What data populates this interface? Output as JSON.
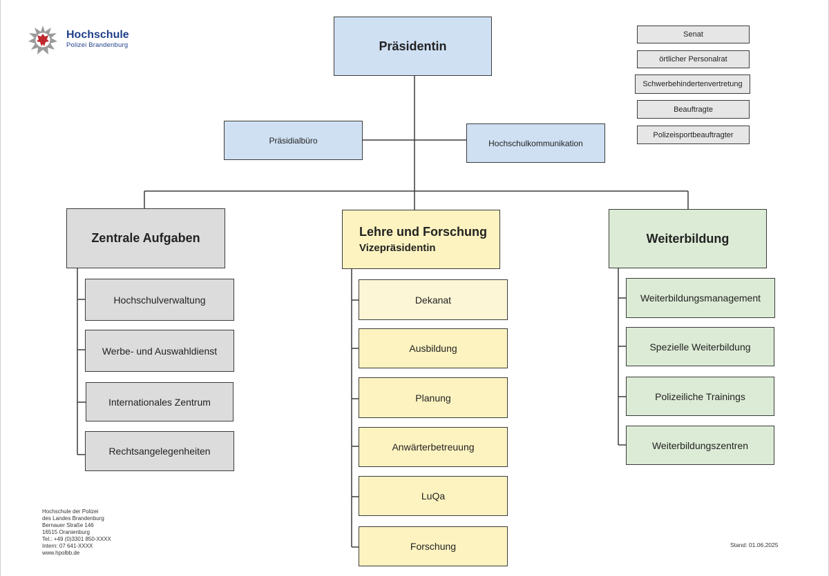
{
  "logo": {
    "name": "Hochschule",
    "subtitle": "Polizei Brandenburg",
    "icon": "police-star-eagle-icon"
  },
  "president": {
    "label": "Präsidentin"
  },
  "staff_units": [
    {
      "label": "Präsidialbüro"
    },
    {
      "label": "Hochschulkommunikation"
    }
  ],
  "side_bodies": [
    {
      "label": "Senat"
    },
    {
      "label": "örtlicher Personalrat"
    },
    {
      "label": "Schwerbehindertenvertretung"
    },
    {
      "label": "Beauftragte"
    },
    {
      "label": "Polizeisportbeauftragter"
    }
  ],
  "departments": [
    {
      "title": "Zentrale Aufgaben",
      "color": "#dcdcdc",
      "units": [
        "Hochschulverwaltung",
        "Werbe- und Auswahldienst",
        "Internationales Zentrum",
        "Rechtsangelegenheiten"
      ]
    },
    {
      "title": "Lehre und Forschung",
      "subtitle": "Vizepräsidentin",
      "color": "#fdf3c0",
      "units": [
        "Dekanat",
        "Ausbildung",
        "Planung",
        "Anwärterbetreuung",
        "LuQa",
        "Forschung"
      ]
    },
    {
      "title": "Weiterbildung",
      "color": "#dcebd5",
      "units": [
        "Weiterbildungsmanagement",
        "Spezielle Weiterbildung",
        "Polizeiliche Trainings",
        "Weiterbildungszentren"
      ]
    }
  ],
  "address_lines": [
    "Hochschule der Polizei",
    "des Landes Brandenburg",
    "Bernauer Straße 146",
    "16515 Oranienburg",
    "Tel.: +49 (0)3301 850-XXXX",
    "Intern: 07 641-XXXX",
    "www.hpolbb.de"
  ],
  "stand": "Stand: 01.06.2025"
}
